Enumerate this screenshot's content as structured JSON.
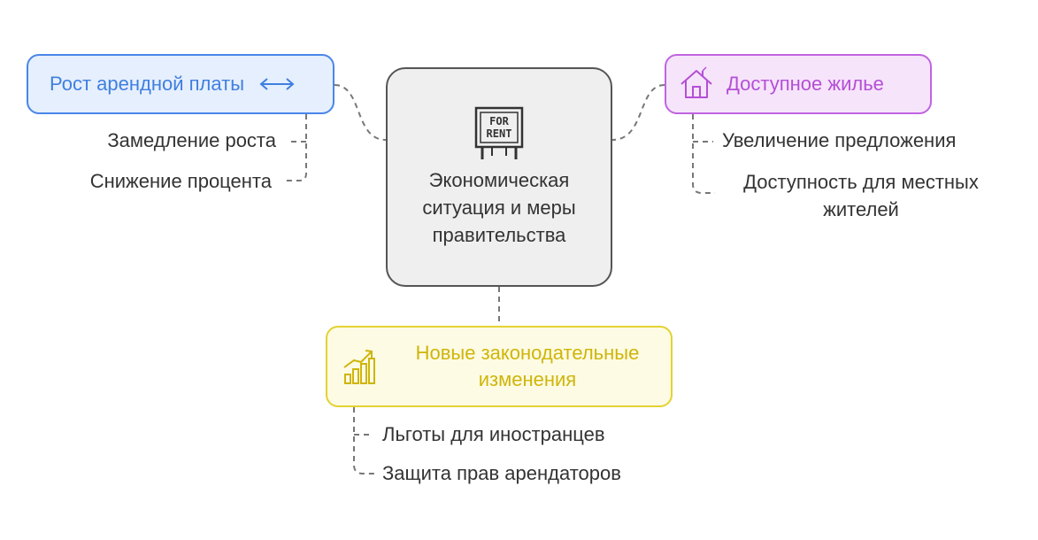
{
  "center": {
    "title": "Экономическая ситуация и меры правительства",
    "icon": "for-rent-sign-icon",
    "icon_text": [
      "FOR",
      "RENT"
    ]
  },
  "branches": {
    "rent": {
      "label": "Рост арендной платы",
      "icon": "left-right-arrow-icon",
      "color": "#4a86e8",
      "items": [
        "Замедление роста",
        "Снижение процента"
      ]
    },
    "housing": {
      "label": "Доступное жилье",
      "icon": "house-icon",
      "color": "#c064e0",
      "items": [
        "Увеличение предложения",
        "Доступность для местных жителей"
      ]
    },
    "laws": {
      "label": "Новые законодательные изменения",
      "icon": "growth-chart-icon",
      "color": "#e3d232",
      "items": [
        "Льготы для иностранцев",
        "Защита прав арендаторов"
      ]
    }
  }
}
